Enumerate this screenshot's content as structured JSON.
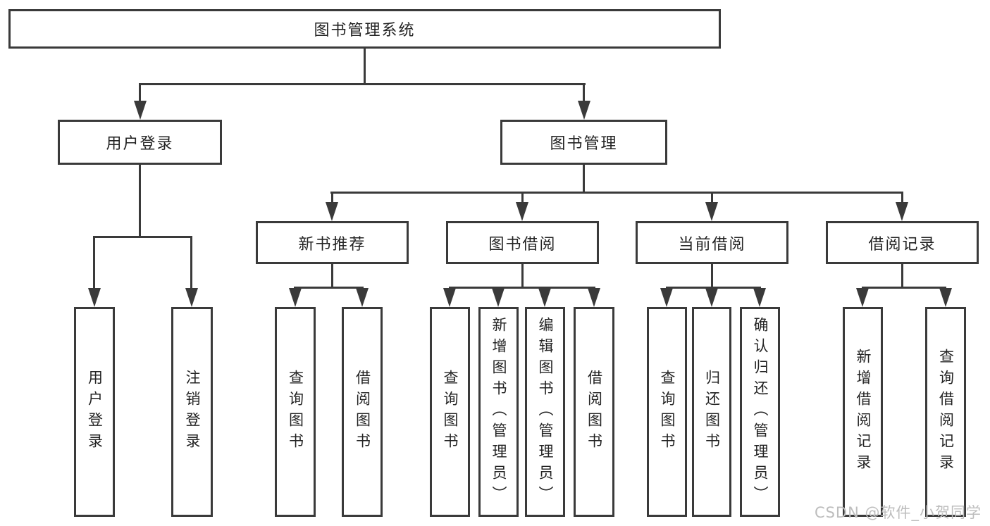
{
  "diagram": {
    "title": {
      "label": "图书管理系统"
    },
    "branches": [
      {
        "label": "用户登录",
        "children": [
          {
            "label": "用户登录"
          },
          {
            "label": "注销登录"
          }
        ]
      },
      {
        "label": "图书管理",
        "children": [
          {
            "label": "新书推荐",
            "children": [
              {
                "label": "查询图书"
              },
              {
                "label": "借阅图书"
              }
            ]
          },
          {
            "label": "图书借阅",
            "children": [
              {
                "label": "查询图书"
              },
              {
                "label": "新增图书（管理员）"
              },
              {
                "label": "编辑图书（管理员）"
              },
              {
                "label": "借阅图书"
              }
            ]
          },
          {
            "label": "当前借阅",
            "children": [
              {
                "label": "查询图书"
              },
              {
                "label": "归还图书"
              },
              {
                "label": "确认归还（管理员）"
              }
            ]
          },
          {
            "label": "借阅记录",
            "children": [
              {
                "label": "新增借阅记录"
              },
              {
                "label": "查询借阅记录"
              }
            ]
          }
        ]
      }
    ]
  },
  "watermark": {
    "text": "CSDN @软件_小贺同学"
  },
  "colors": {
    "line": "#3a3a3a",
    "box_border": "#3a3a3a",
    "text": "#232323",
    "watermark": "#bdbdbd",
    "background": "#ffffff"
  }
}
